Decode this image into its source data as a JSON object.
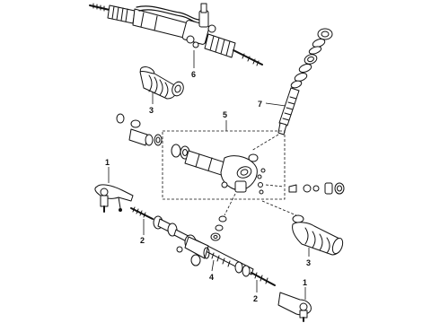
{
  "diagram": {
    "callouts": [
      {
        "id": "c1a",
        "label": "1"
      },
      {
        "id": "c1b",
        "label": "1"
      },
      {
        "id": "c2a",
        "label": "2"
      },
      {
        "id": "c2b",
        "label": "2"
      },
      {
        "id": "c3a",
        "label": "3"
      },
      {
        "id": "c3b",
        "label": "3"
      },
      {
        "id": "c4",
        "label": "4"
      },
      {
        "id": "c5",
        "label": "5"
      },
      {
        "id": "c6",
        "label": "6"
      },
      {
        "id": "c7",
        "label": "7"
      }
    ]
  }
}
